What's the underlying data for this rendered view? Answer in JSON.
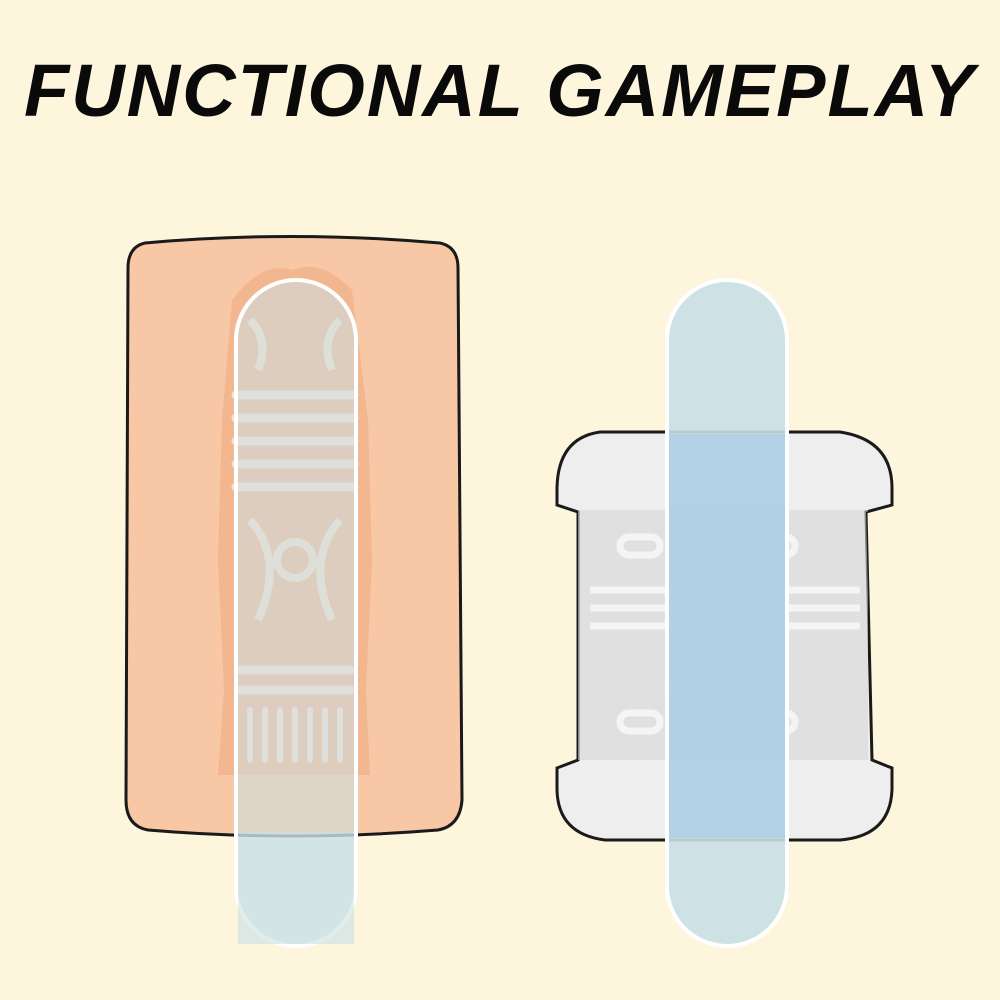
{
  "title": "FUNCTIONAL GAMEPLAY",
  "colors": {
    "background": "#fdf6dc",
    "left_sleeve": "#f8c7a6",
    "left_sleeve_inner": "#f2b187",
    "right_sleeve": "#eeeeee",
    "rod_fill": "#c9e0e6",
    "rod_fill_dark": "#a8cbe6",
    "outline": "#1a1a1a"
  },
  "figures": {
    "left": {
      "name": "peach-sleeve-with-rod"
    },
    "right": {
      "name": "clear-sleeve-with-rod"
    }
  }
}
